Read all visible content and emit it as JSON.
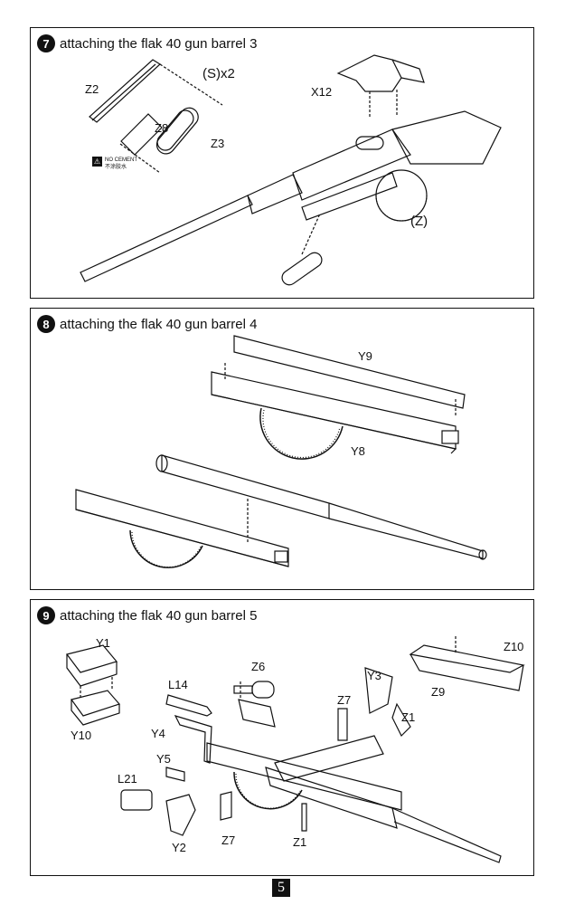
{
  "steps": [
    {
      "number": "7",
      "title": "attaching the flak 40 gun barrel 3",
      "labels": {
        "z2": "Z2",
        "z8": "Z8",
        "z3": "Z3",
        "sx2": "(S)x2",
        "x12": "X12",
        "z": "(Z)"
      },
      "note": {
        "icon": "glue-warning-icon",
        "line1": "NO CEMENT",
        "line2": "不涂胶水"
      }
    },
    {
      "number": "8",
      "title": "attaching the flak 40 gun barrel 4",
      "labels": {
        "y9": "Y9",
        "y8": "Y8"
      }
    },
    {
      "number": "9",
      "title": "attaching the flak 40 gun barrel 5",
      "labels": {
        "y1": "Y1",
        "y10": "Y10",
        "l14": "L14",
        "z6": "Z6",
        "y4": "Y4",
        "y5": "Y5",
        "l21": "L21",
        "y2": "Y2",
        "z7a": "Z7",
        "z7b": "Z7",
        "y3": "Y3",
        "z1a": "Z1",
        "z1b": "Z1",
        "z10": "Z10",
        "z9": "Z9"
      }
    }
  ],
  "page_number": "5"
}
